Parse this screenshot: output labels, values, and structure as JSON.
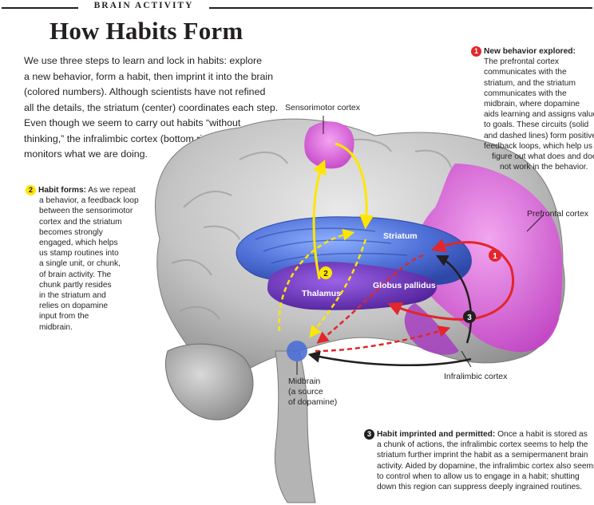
{
  "header": {
    "section": "BRAIN ACTIVITY",
    "title": "How Habits Form"
  },
  "intro": {
    "lines": [
      "We use three steps to learn and lock in habits: explore",
      "a new behavior, form a habit, then imprint it into the brain",
      "(colored numbers). Although scientists have not refined",
      "all the details, the striatum (center) coordinates each step.",
      "Even though we seem to carry out habits “without",
      "thinking,” the infralimbic cortex (bottom right) still",
      "monitors what we are doing."
    ]
  },
  "labels": {
    "sensorimotor": "Sensorimotor cortex",
    "prefrontal": "Prefrontal cortex",
    "striatum": "Striatum",
    "globus": "Globus pallidus",
    "thalamus": "Thalamus",
    "infralimbic": "Infralimbic cortex",
    "midbrain": [
      "Midbrain",
      "(a source",
      "of dopamine)"
    ]
  },
  "markers": {
    "one": "1",
    "two": "2",
    "three": "3"
  },
  "step1": {
    "number": "1",
    "heading": "New behavior explored:",
    "lines": [
      "The prefrontal cortex",
      "communicates with the",
      "striatum, and the striatum",
      "communicates with the",
      "midbrain, where dopamine",
      "aids learning and assigns value",
      "to goals. These circuits (solid",
      "and dashed lines) form positive",
      "feedback loops, which help us",
      "figure out what does and does",
      "not work in the behavior."
    ]
  },
  "step2": {
    "number": "2",
    "heading": "Habit forms:",
    "first": " As we repeat",
    "lines": [
      "a behavior, a feedback loop",
      "between the sensorimotor",
      "cortex and the striatum",
      "becomes strongly",
      "engaged, which helps",
      "us stamp routines into",
      "a single unit, or chunk,",
      "of brain activity. The",
      "chunk partly resides",
      "in the striatum and",
      "relies on dopamine",
      "input from the",
      "midbrain."
    ]
  },
  "step3": {
    "number": "3",
    "heading": "Habit imprinted and permitted:",
    "first": " Once a habit is stored as",
    "lines": [
      "a chunk of actions, the infralimbic cortex seems to help the",
      "striatum further imprint the habit as a semipermanent brain",
      "activity. Aided by dopamine, the infralimbic cortex also seems",
      "to control when to allow us to engage in a habit; shutting",
      "down this region can suppress deeply ingrained routines."
    ]
  },
  "colors": {
    "loop1": "#e2262b",
    "loop2": "#ffe600",
    "loop3": "#231f20",
    "striatum": "#4d6fd6",
    "thalamus": "#6b2fb8",
    "cortex": "#d657d6",
    "brain": "#c9c9c9"
  }
}
